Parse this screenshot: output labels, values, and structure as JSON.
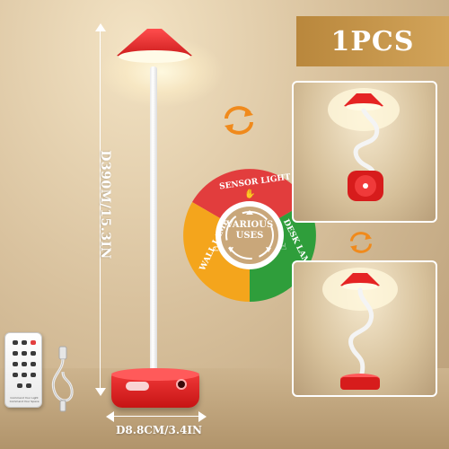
{
  "badge": {
    "text": "1PCS"
  },
  "dimensions": {
    "height_label": "D390M/15.3IN",
    "width_label": "D8.8CM/3.4IN"
  },
  "modes": {
    "center": "VARIOUS USES",
    "segments": [
      {
        "label": "SENSOR LIGHT",
        "color": "#e23d3d",
        "icon": "hand-sensor-icon"
      },
      {
        "label": "DESK LAMP",
        "color": "#2f9e3b",
        "icon": "touch-icon"
      },
      {
        "label": "WALL LAMP",
        "color": "#f4a51c",
        "icon": "magnet-icon"
      }
    ]
  },
  "remote": {
    "caption": "Command Your Light Command Your Space"
  },
  "colors": {
    "lamp_red": "#e52424",
    "badge_gold": "#c1954a",
    "sync_orange": "#f08a1c"
  }
}
